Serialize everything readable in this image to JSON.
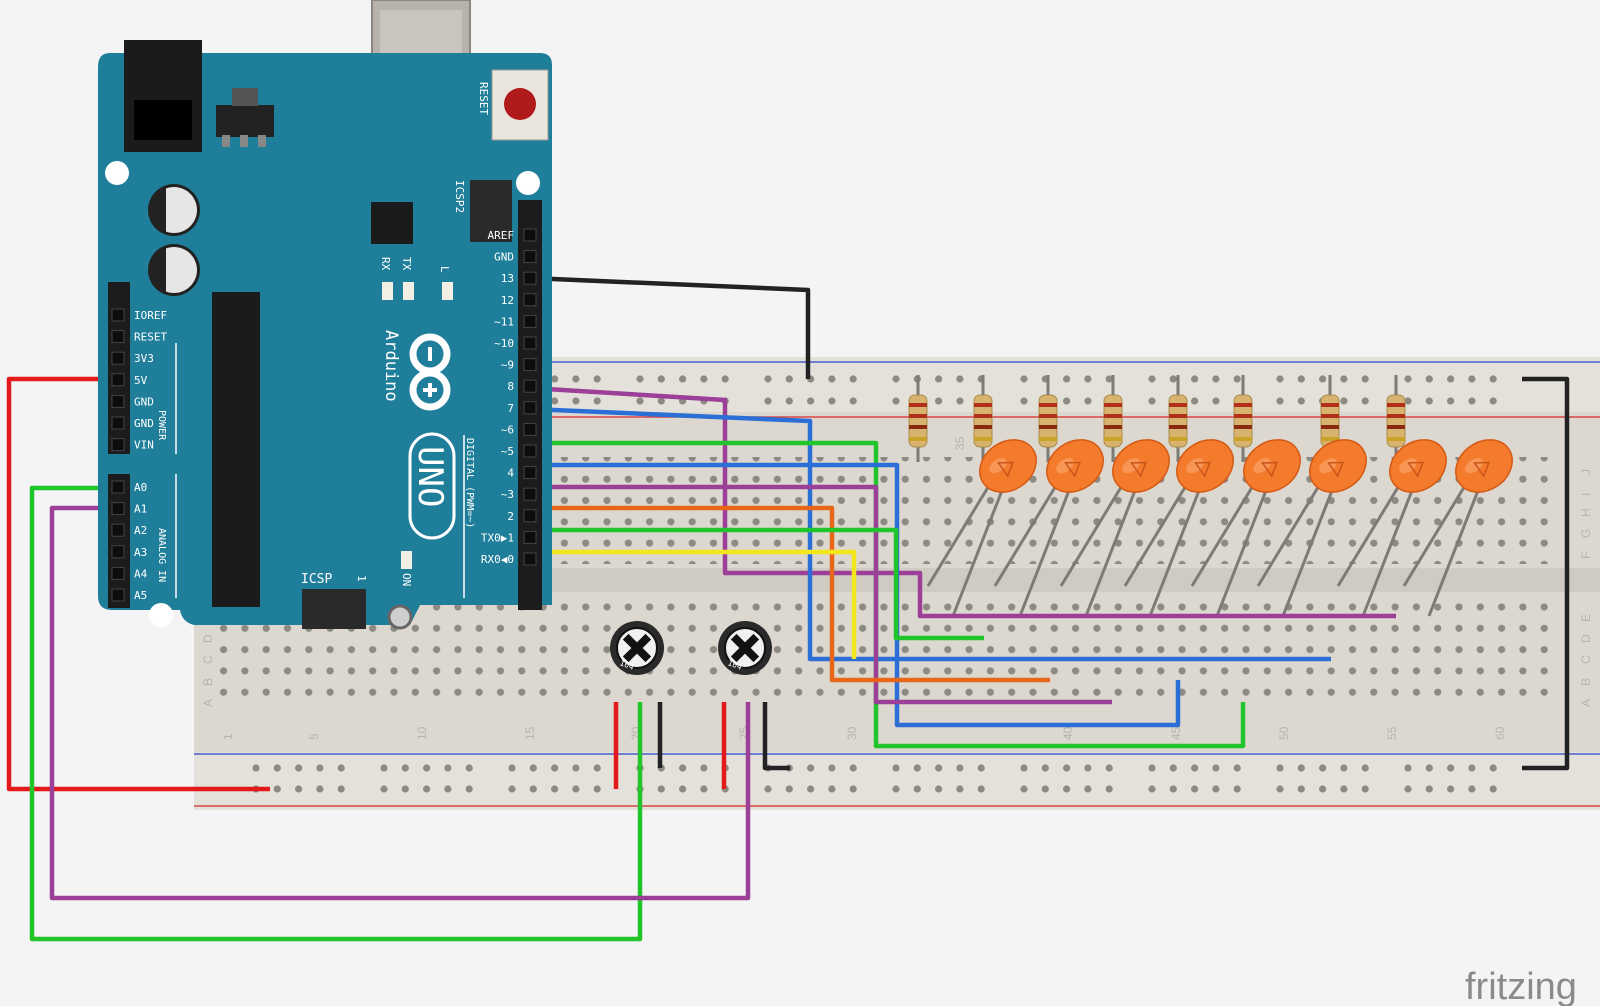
{
  "brand": "fritzing",
  "board": {
    "reset_label": "RESET",
    "icsp2_label": "ICSP2",
    "icsp_label": "ICSP",
    "icsp_pin": "1",
    "led_labels": [
      "RX",
      "TX",
      "L"
    ],
    "on_label": "ON",
    "logo_text": "Arduino",
    "uno_text": "UNO",
    "digital_label": "DIGITAL (PWM=~)",
    "power_label": "POWER",
    "analog_label": "ANALOG IN",
    "digital_pins": [
      "AREF",
      "GND",
      "13",
      "12",
      "~11",
      "~10",
      "~9",
      "8",
      "7",
      "~6",
      "~5",
      "4",
      "~3",
      "2",
      "TX0▶1",
      "RX0◀0"
    ],
    "power_pins": [
      "IOREF",
      "RESET",
      "3V3",
      "5V",
      "GND",
      "GND",
      "VIN"
    ],
    "analog_pins": [
      "A0",
      "A1",
      "A2",
      "A3",
      "A4",
      "A5"
    ]
  },
  "breadboard": {
    "column_numbers": [
      "1",
      "5",
      "10",
      "15",
      "20",
      "25",
      "30",
      "35",
      "40",
      "45",
      "50",
      "55",
      "60"
    ],
    "row_letters": [
      "J",
      "I",
      "H",
      "G",
      "F",
      "E",
      "D",
      "C",
      "B",
      "A"
    ],
    "led_count": 8,
    "pot_count": 2,
    "pot_marking": "104"
  },
  "colors": {
    "board": "#1f7e9a",
    "breadboard": "#dcd8cf",
    "wire_red": "#e3191c",
    "wire_green": "#21c42a",
    "wire_purple": "#9b3f98",
    "wire_blue": "#2b6fd6",
    "wire_black": "#222222",
    "wire_orange": "#e8661a",
    "wire_yellow": "#f3e61c",
    "led": "#f47a2c"
  }
}
